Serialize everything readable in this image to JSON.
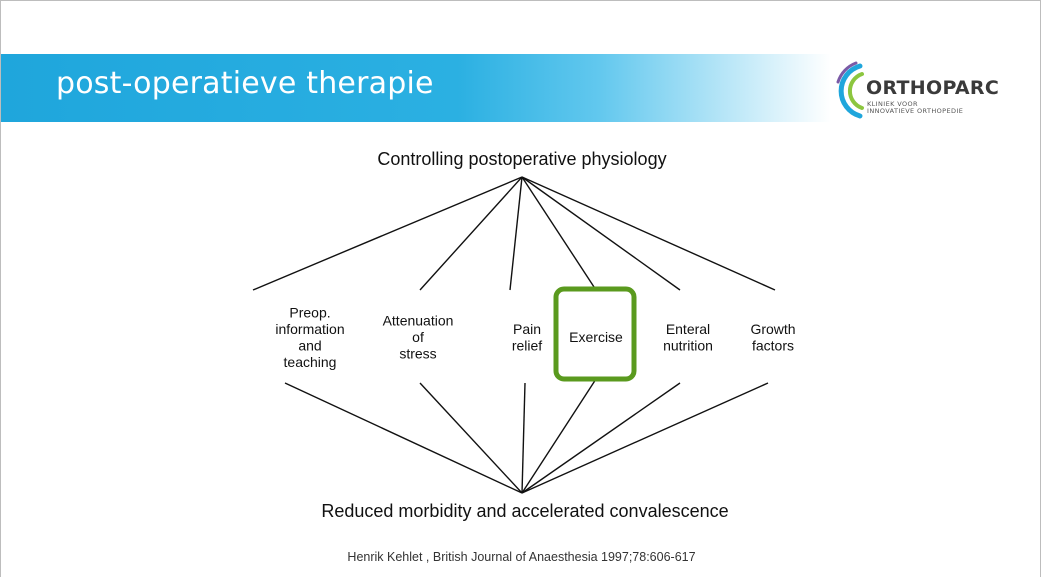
{
  "slide": {
    "title": "post-operatieve therapie",
    "citation": "Henrik Kehlet , British Journal of Anaesthesia 1997;78:606-617"
  },
  "logo": {
    "name": "ORTHOPARC",
    "subtitle_line1": "KLINIEK VOOR",
    "subtitle_line2": "INNOVATIEVE ORTHOPEDIE"
  },
  "diagram": {
    "top_label": "Controlling postoperative physiology",
    "bottom_label": "Reduced morbidity and accelerated convalescence",
    "nodes": [
      {
        "lines": [
          "Preop.",
          "information",
          "and",
          "teaching"
        ]
      },
      {
        "lines": [
          "Attenuation",
          "of",
          "stress"
        ]
      },
      {
        "lines": [
          "Pain",
          "relief"
        ]
      },
      {
        "lines": [
          "Exercise"
        ],
        "highlighted": true
      },
      {
        "lines": [
          "Enteral",
          "nutrition"
        ]
      },
      {
        "lines": [
          "Growth",
          "factors"
        ]
      }
    ]
  },
  "colors": {
    "title_bar": "#1fa6dc",
    "highlight_box": "#5a9a1e",
    "logo_arc_blue": "#1fa6dc",
    "logo_arc_green": "#8cc63f"
  }
}
